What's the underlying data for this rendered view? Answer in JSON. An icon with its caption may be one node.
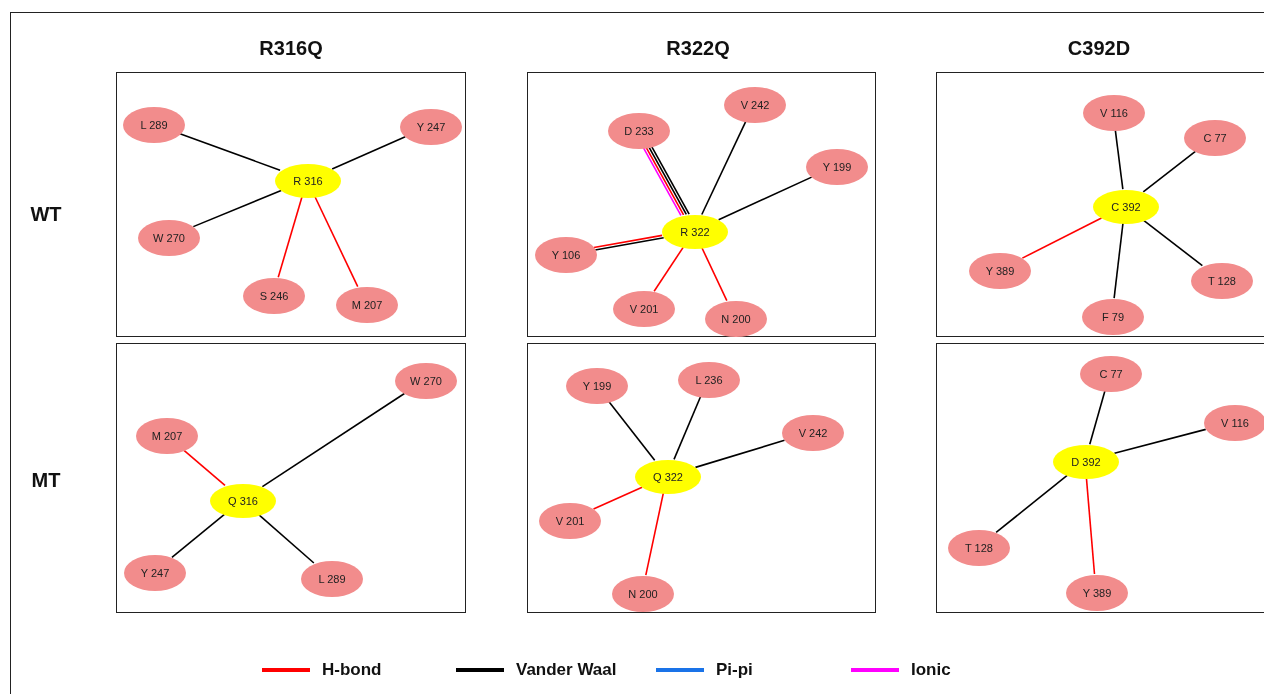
{
  "diagram": {
    "nodes": [
      {
        "text": [],
        "shape": "box"
      },
      {
        "text": [
          "L 289"
        ],
        "in": 0
      },
      {
        "text": [
          "Y 247"
        ],
        "in": 0
      },
      {
        "text": [
          "R 316"
        ],
        "in": 0
      },
      {
        "text": [
          "W 270"
        ],
        "in": 0
      },
      {
        "text": [
          "S 246"
        ],
        "in": 0
      },
      {
        "text": [
          "M 207"
        ],
        "in": 0
      },
      {
        "text": [],
        "shape": "box"
      },
      {
        "text": [
          "D 233"
        ],
        "in": 7
      },
      {
        "text": [
          "V 242"
        ],
        "in": 7
      },
      {
        "text": [
          "Y 199"
        ],
        "in": 7
      },
      {
        "text": [
          "R 322"
        ],
        "in": 7
      },
      {
        "text": [
          "Y 106"
        ],
        "in": 7
      },
      {
        "text": [
          "V 201"
        ],
        "in": 7
      },
      {
        "text": [
          "N 200"
        ],
        "in": 7
      },
      {
        "text": [],
        "shape": "box"
      },
      {
        "text": [
          "V 116"
        ],
        "in": 15
      },
      {
        "text": [
          "C 77"
        ],
        "in": 15
      },
      {
        "text": [
          "C 392"
        ],
        "in": 15
      },
      {
        "text": [
          "Y 389"
        ],
        "in": 15
      },
      {
        "text": [
          "T 128"
        ],
        "in": 15
      },
      {
        "text": [
          "F 79"
        ],
        "in": 15
      },
      {
        "text": [],
        "shape": "box"
      },
      {
        "text": [
          "W 270"
        ],
        "in": 22
      },
      {
        "text": [
          "M 207"
        ],
        "in": 22
      },
      {
        "text": [
          "Q 316"
        ],
        "in": 22
      },
      {
        "text": [
          "Y 247"
        ],
        "in": 22
      },
      {
        "text": [
          "L 289"
        ],
        "in": 22
      },
      {
        "text": [],
        "shape": "box"
      },
      {
        "text": [
          "Y 199"
        ],
        "in": 28
      },
      {
        "text": [
          "L 236"
        ],
        "in": 28
      },
      {
        "text": [
          "V 242"
        ],
        "in": 28
      },
      {
        "text": [
          "Q 322"
        ],
        "in": 28
      },
      {
        "text": [
          "V 201"
        ],
        "in": 28
      },
      {
        "text": [
          "N 200"
        ],
        "in": 28
      },
      {
        "text": [],
        "shape": "box"
      },
      {
        "text": [
          "C 77"
        ],
        "in": 35
      },
      {
        "text": [
          "V 116"
        ],
        "in": 35
      },
      {
        "text": [
          "D 392"
        ],
        "in": 35
      },
      {
        "text": [
          "T 128"
        ],
        "in": 35
      },
      {
        "text": [
          "Y 389"
        ],
        "in": 35
      }
    ],
    "edges": [
      {
        "from": 1,
        "to": 3,
        "arrow": "none"
      },
      {
        "from": 2,
        "to": 3,
        "arrow": "none"
      },
      {
        "from": 4,
        "to": 3,
        "arrow": "none"
      },
      {
        "from": 5,
        "to": 3,
        "arrow": "none",
        "color": "#ff0000"
      },
      {
        "from": 6,
        "to": 3,
        "arrow": "none",
        "color": "#ff0000"
      },
      {
        "from": 8,
        "to": 11,
        "arrow": "none"
      },
      {
        "from": 8,
        "to": 11,
        "arrow": "none"
      },
      {
        "from": 8,
        "to": 11,
        "arrow": "none",
        "color": "#ff0000"
      },
      {
        "from": 8,
        "to": 11,
        "arrow": "none",
        "color": "#ff00ff"
      },
      {
        "from": 9,
        "to": 11,
        "arrow": "none"
      },
      {
        "from": 10,
        "to": 11,
        "arrow": "none"
      },
      {
        "from": 12,
        "to": 11,
        "arrow": "none",
        "color": "#ff0000"
      },
      {
        "from": 12,
        "to": 11,
        "arrow": "none"
      },
      {
        "from": 13,
        "to": 11,
        "arrow": "none",
        "color": "#ff0000"
      },
      {
        "from": 14,
        "to": 11,
        "arrow": "none",
        "color": "#ff0000"
      },
      {
        "from": 16,
        "to": 18,
        "arrow": "none"
      },
      {
        "from": 17,
        "to": 18,
        "arrow": "none"
      },
      {
        "from": 19,
        "to": 18,
        "arrow": "none",
        "color": "#ff0000"
      },
      {
        "from": 20,
        "to": 18,
        "arrow": "none"
      },
      {
        "from": 21,
        "to": 18,
        "arrow": "none"
      },
      {
        "from": 23,
        "to": 25,
        "arrow": "none"
      },
      {
        "from": 24,
        "to": 25,
        "arrow": "none",
        "color": "#ff0000"
      },
      {
        "from": 26,
        "to": 25,
        "arrow": "none"
      },
      {
        "from": 27,
        "to": 25,
        "arrow": "none"
      },
      {
        "from": 29,
        "to": 32,
        "arrow": "none"
      },
      {
        "from": 30,
        "to": 32,
        "arrow": "none"
      },
      {
        "from": 31,
        "to": 32,
        "arrow": "none"
      },
      {
        "from": 33,
        "to": 32,
        "arrow": "none",
        "color": "#ff0000"
      },
      {
        "from": 34,
        "to": 32,
        "arrow": "none",
        "color": "#ff0000"
      },
      {
        "from": 36,
        "to": 38,
        "arrow": "none"
      },
      {
        "from": 37,
        "to": 38,
        "arrow": "none"
      },
      {
        "from": 39,
        "to": 38,
        "arrow": "none"
      },
      {
        "from": 40,
        "to": 38,
        "arrow": "none",
        "color": "#ff0000"
      }
    ],
    "labels": [
      "R316Q",
      "R322Q",
      "C392D",
      "WT",
      "MT"
    ],
    "legend": [
      {
        "text": "H-bond",
        "color": "#ff0000"
      },
      {
        "text": "Vander Waal",
        "color": "#000000"
      },
      {
        "text": "Pi-pi",
        "color": "#1a73e8"
      },
      {
        "text": "Ionic",
        "color": "#ff00ff"
      }
    ]
  }
}
